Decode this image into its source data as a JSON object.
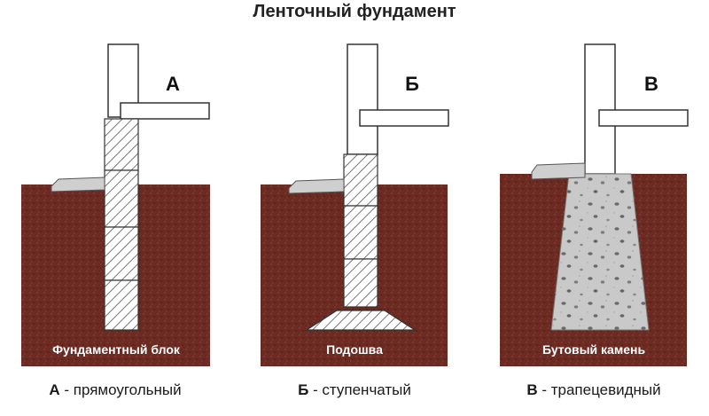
{
  "title": "Ленточный фундамент",
  "panels": [
    {
      "letter": "А",
      "ground_label": "Фундаментный блок",
      "caption_letter": "А",
      "caption_text": " - прямоугольный"
    },
    {
      "letter": "Б",
      "ground_label": "Подошва",
      "caption_letter": "Б",
      "caption_text": " - ступенчатый"
    },
    {
      "letter": "В",
      "ground_label": "Бутовый камень",
      "caption_letter": "В",
      "caption_text": " - трапецевидный"
    }
  ],
  "colors": {
    "soil": "#6b2a22",
    "soil_dark": "#4a1a14",
    "hatch": "#555555",
    "concrete": "#c9c9c9",
    "wall": "#ffffff",
    "outline": "#333333"
  }
}
